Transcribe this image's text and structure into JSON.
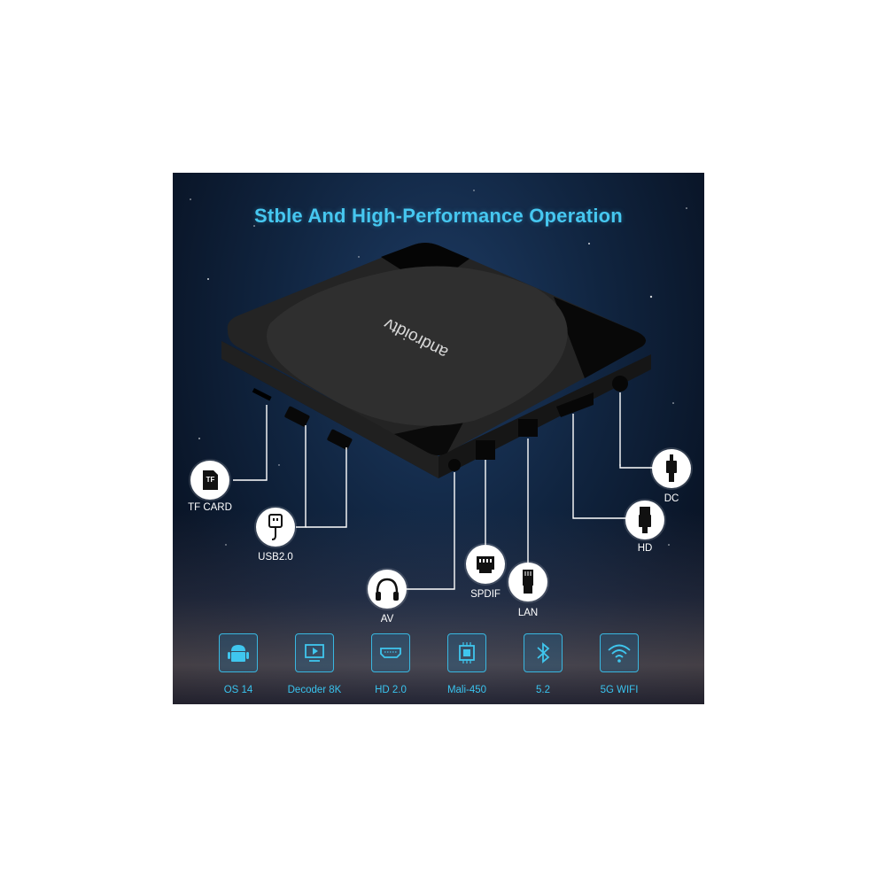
{
  "headline": "Stble And High-Performance Operation",
  "device": {
    "brand_text": "androidtv"
  },
  "ports": {
    "tf_card": {
      "label": "TF CARD",
      "icon": "tf-card-icon",
      "icon_text": "TF"
    },
    "usb": {
      "label": "USB2.0",
      "icon": "usb-plug-icon"
    },
    "av": {
      "label": "AV",
      "icon": "headphones-icon"
    },
    "spdif": {
      "label": "SPDIF",
      "icon": "optical-port-icon"
    },
    "lan": {
      "label": "LAN",
      "icon": "ethernet-plug-icon"
    },
    "hd": {
      "label": "HD",
      "icon": "hdmi-plug-icon"
    },
    "dc": {
      "label": "DC",
      "icon": "dc-plug-icon"
    }
  },
  "features": [
    {
      "label": "OS 14",
      "icon": "android-icon"
    },
    {
      "label": "Decoder 8K",
      "icon": "tv-play-icon"
    },
    {
      "label": "HD 2.0",
      "icon": "hdmi-port-icon"
    },
    {
      "label": "Mali-450",
      "icon": "chip-icon"
    },
    {
      "label": "5.2",
      "icon": "bluetooth-icon"
    },
    {
      "label": "5G WIFI",
      "icon": "wifi-icon"
    }
  ],
  "colors": {
    "accent": "#46c7f0",
    "background": "#0a1629",
    "label": "#ffffff"
  }
}
